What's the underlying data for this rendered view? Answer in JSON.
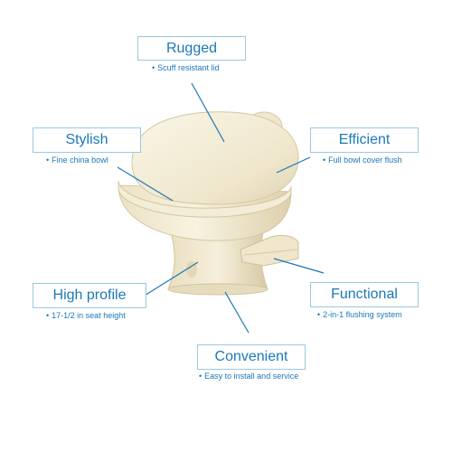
{
  "accent_color": "#1b78b8",
  "product": {
    "name": "toilet",
    "color": "#f1ead2"
  },
  "callouts": [
    {
      "title": "Rugged",
      "bullet": "Scuff resistant lid"
    },
    {
      "title": "Stylish",
      "bullet": "Fine china bowl"
    },
    {
      "title": "Efficient",
      "bullet": "Full bowl cover flush"
    },
    {
      "title": "High profile",
      "bullet": "17-1/2 in seat height"
    },
    {
      "title": "Functional",
      "bullet": "2-in-1 flushing system"
    },
    {
      "title": "Convenient",
      "bullet": "Easy to install and service"
    }
  ]
}
